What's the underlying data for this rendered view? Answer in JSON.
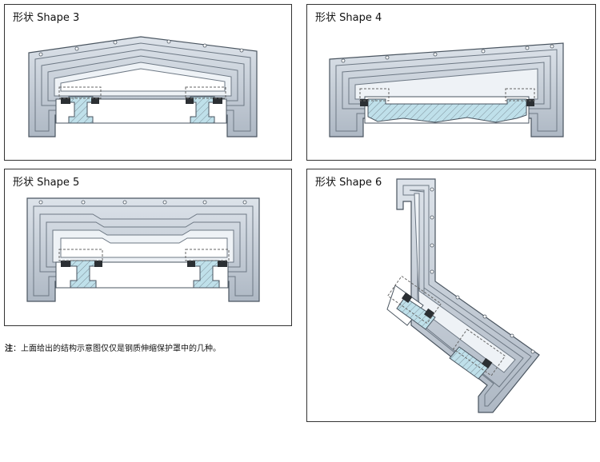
{
  "panels": [
    {
      "id": "shape3",
      "title": "形状 Shape 3"
    },
    {
      "id": "shape4",
      "title": "形状 Shape 4"
    },
    {
      "id": "shape5",
      "title": "形状 Shape 5"
    },
    {
      "id": "shape6",
      "title": "形状 Shape 6"
    }
  ],
  "note": {
    "label": "注",
    "text": "：上面给出的结构示意图仅仅是钢质伸缩保护罩中的几种。"
  },
  "colors": {
    "cover_fill": "#cfd6df",
    "cover_dark": "#8e99a6",
    "line": "#4a5560",
    "rail": "#bfe0ea",
    "seal": "#2b2f33"
  }
}
